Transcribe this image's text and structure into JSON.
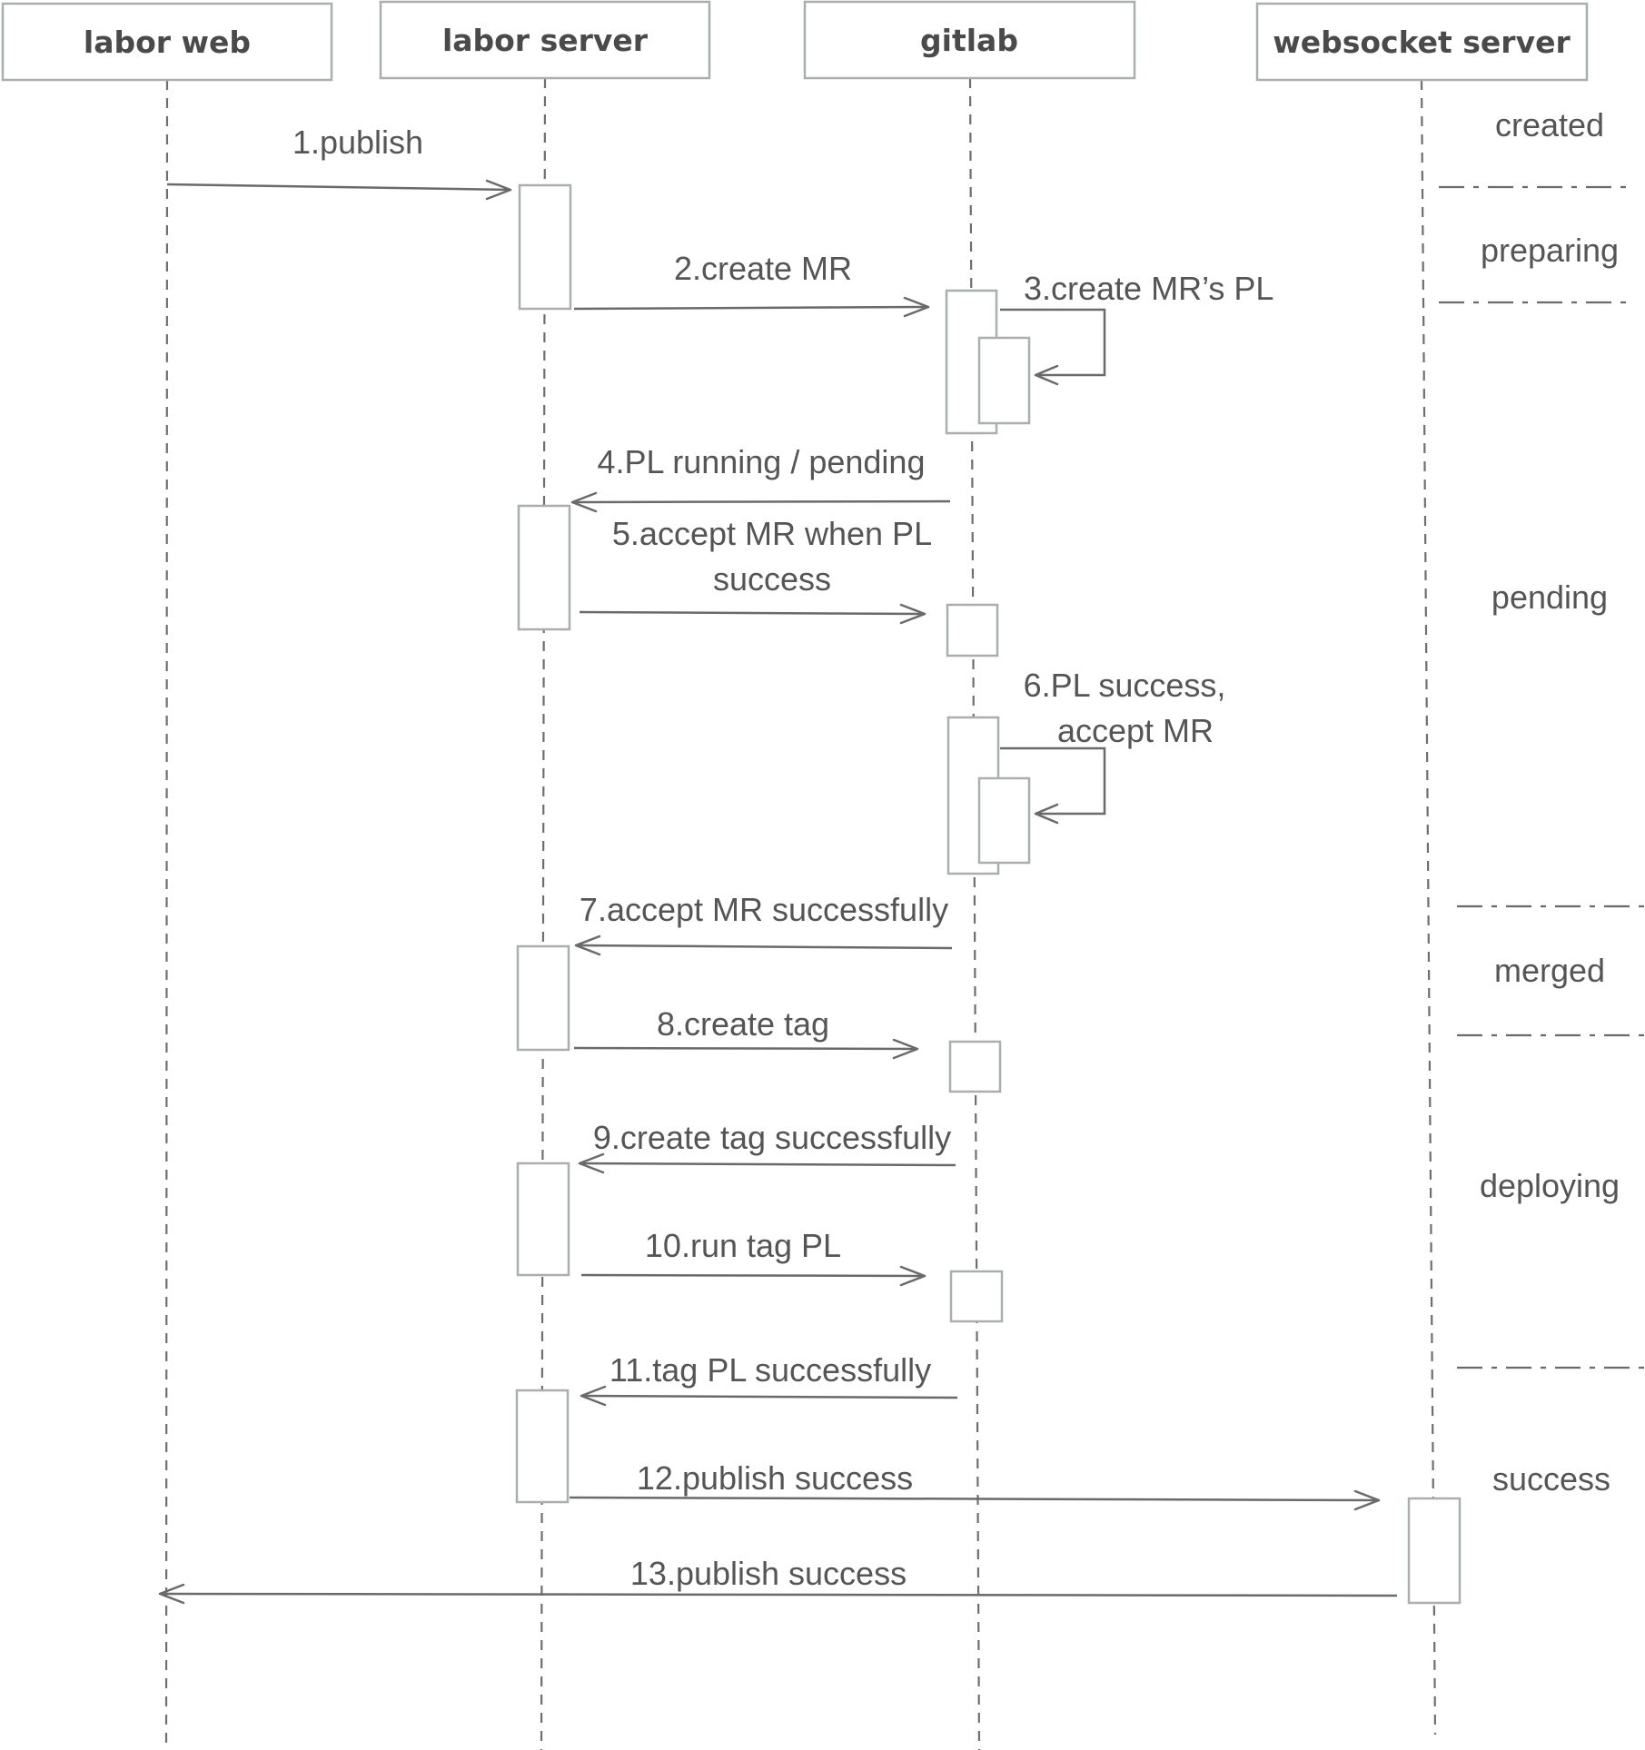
{
  "participants": [
    {
      "id": "labor_web",
      "label": "labor web"
    },
    {
      "id": "labor_server",
      "label": "labor server"
    },
    {
      "id": "gitlab",
      "label": "gitlab"
    },
    {
      "id": "websocket_server",
      "label": "websocket server"
    }
  ],
  "messages": [
    {
      "id": "m1",
      "lines": [
        "1.publish"
      ]
    },
    {
      "id": "m2",
      "lines": [
        "2.create MR"
      ]
    },
    {
      "id": "m3",
      "lines": [
        "3.create MR’s PL"
      ]
    },
    {
      "id": "m4",
      "lines": [
        "4.PL running / pending"
      ]
    },
    {
      "id": "m5",
      "lines": [
        "5.accept MR when PL",
        "success"
      ]
    },
    {
      "id": "m6",
      "lines": [
        "6.PL success,",
        "accept MR"
      ]
    },
    {
      "id": "m7",
      "lines": [
        "7.accept MR successfully"
      ]
    },
    {
      "id": "m8",
      "lines": [
        "8.create tag"
      ]
    },
    {
      "id": "m9",
      "lines": [
        "9.create tag successfully"
      ]
    },
    {
      "id": "m10",
      "lines": [
        "10.run tag PL"
      ]
    },
    {
      "id": "m11",
      "lines": [
        "11.tag PL successfully"
      ]
    },
    {
      "id": "m12",
      "lines": [
        "12.publish success"
      ]
    },
    {
      "id": "m13",
      "lines": [
        "13.publish success"
      ]
    }
  ],
  "states": [
    "created",
    "preparing",
    "pending",
    "merged",
    "deploying",
    "success"
  ]
}
